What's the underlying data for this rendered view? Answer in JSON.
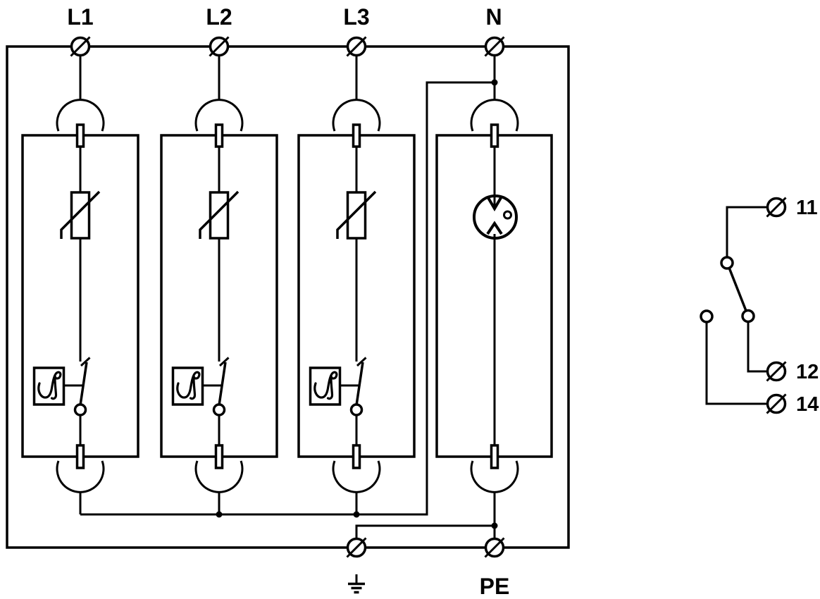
{
  "diagram": {
    "kind": "electrical-schematic",
    "subject": "surge protective device, 3+1 circuit with remote signalling changeover contact",
    "colors": {
      "line": "#000000",
      "background": "#ffffff"
    },
    "top_terminals": [
      {
        "id": "terminal-L1",
        "label": "L1"
      },
      {
        "id": "terminal-L2",
        "label": "L2"
      },
      {
        "id": "terminal-L3",
        "label": "L3"
      },
      {
        "id": "terminal-N",
        "label": "N"
      }
    ],
    "bottom_terminals": [
      {
        "id": "terminal-earth",
        "label": "",
        "icon": "earth-ground-icon"
      },
      {
        "id": "terminal-PE",
        "label": "PE"
      }
    ],
    "protection_modules": [
      {
        "id": "module-L1",
        "elements": [
          "plug-in contact",
          "varistor",
          "thermal disconnector switch"
        ]
      },
      {
        "id": "module-L2",
        "elements": [
          "plug-in contact",
          "varistor",
          "thermal disconnector switch"
        ]
      },
      {
        "id": "module-L3",
        "elements": [
          "plug-in contact",
          "varistor",
          "thermal disconnector switch"
        ]
      },
      {
        "id": "module-N",
        "elements": [
          "plug-in contact",
          "spark gap"
        ]
      }
    ],
    "aux_contact": {
      "type": "changeover-contact",
      "terminal_labels": [
        "11",
        "12",
        "14"
      ]
    }
  }
}
